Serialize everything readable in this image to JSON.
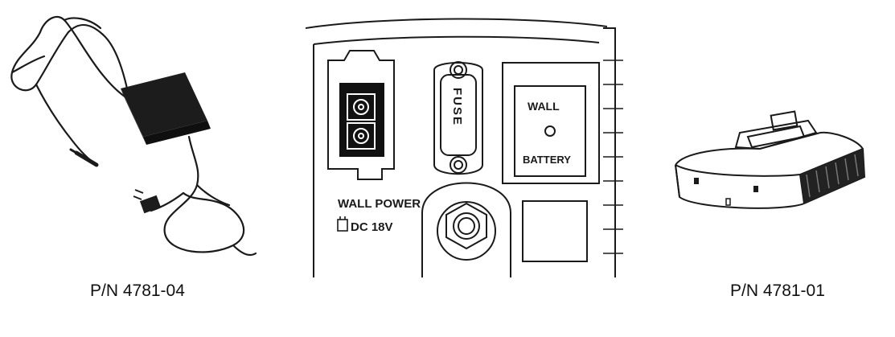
{
  "captions": {
    "left": "P/N 4781-04",
    "right": "P/N 4781-01"
  },
  "panel": {
    "wall_power_label": "WALL POWER",
    "dc_label": "DC 18V",
    "fuse_label": "FUSE",
    "switch_top_label": "WALL",
    "switch_bottom_label": "BATTERY"
  },
  "icons": {
    "adapter": "ac-power-adapter-photo",
    "battery": "battery-pack-drawing",
    "panel": "power-panel-drawing"
  }
}
